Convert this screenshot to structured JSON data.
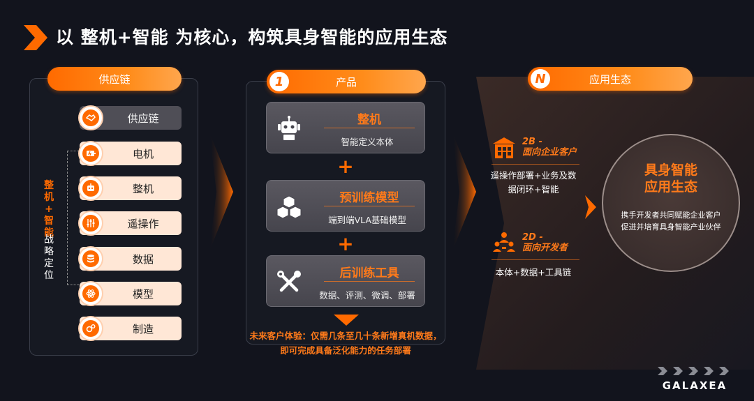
{
  "title": "以 整机+智能 为核心，构筑具身智能的应用生态",
  "supply": {
    "header": "供应链",
    "vertical_orange": [
      "整",
      "机",
      "+",
      "智",
      "能"
    ],
    "vertical_white": [
      "战",
      "略",
      "定",
      "位"
    ],
    "items": [
      {
        "label": "供应链",
        "icon": "handshake-icon",
        "selected": true
      },
      {
        "label": "电机",
        "icon": "motor-icon",
        "selected": false
      },
      {
        "label": "整机",
        "icon": "robot-icon",
        "selected": false
      },
      {
        "label": "遥操作",
        "icon": "sliders-icon",
        "selected": false
      },
      {
        "label": "数据",
        "icon": "database-icon",
        "selected": false
      },
      {
        "label": "模型",
        "icon": "atom-icon",
        "selected": false
      },
      {
        "label": "制造",
        "icon": "gears-icon",
        "selected": false
      }
    ]
  },
  "product": {
    "badge": "1",
    "header": "产品",
    "cards": [
      {
        "title": "整机",
        "sub": "智能定义本体",
        "icon": "robot-icon"
      },
      {
        "title": "预训练模型",
        "sub": "端到端VLA基础模型",
        "icon": "cubes-icon"
      },
      {
        "title": "后训练工具",
        "sub": "数据、评测、微调、部署",
        "icon": "tools-icon"
      }
    ],
    "plus": "+",
    "future_line1": "未来客户体验：仅需几条至几十条新增真机数据，",
    "future_line2": "即可完成具备泛化能力的任务部署"
  },
  "ecosystem": {
    "badge": "N",
    "header": "应用生态",
    "b2b_tag1": "2B -",
    "b2b_tag2": "面向企业客户",
    "b2b_desc1": "遥操作部署+业务及数",
    "b2b_desc2": "据闭环+智能",
    "b2d_tag1": "2D -",
    "b2d_tag2": "面向开发者",
    "b2d_desc": "本体+数据+工具链",
    "circle_title1": "具身智能",
    "circle_title2": "应用生态",
    "circle_desc1": "携手开发者共同赋能企业客户",
    "circle_desc2": "促进并培育具身智能产业伙伴"
  },
  "logo": "GALAXEA",
  "colors": {
    "accent": "#ff6a00",
    "background": "#12141d",
    "card_light": "#ffe7d6",
    "card_dark": "#4f4e56"
  }
}
